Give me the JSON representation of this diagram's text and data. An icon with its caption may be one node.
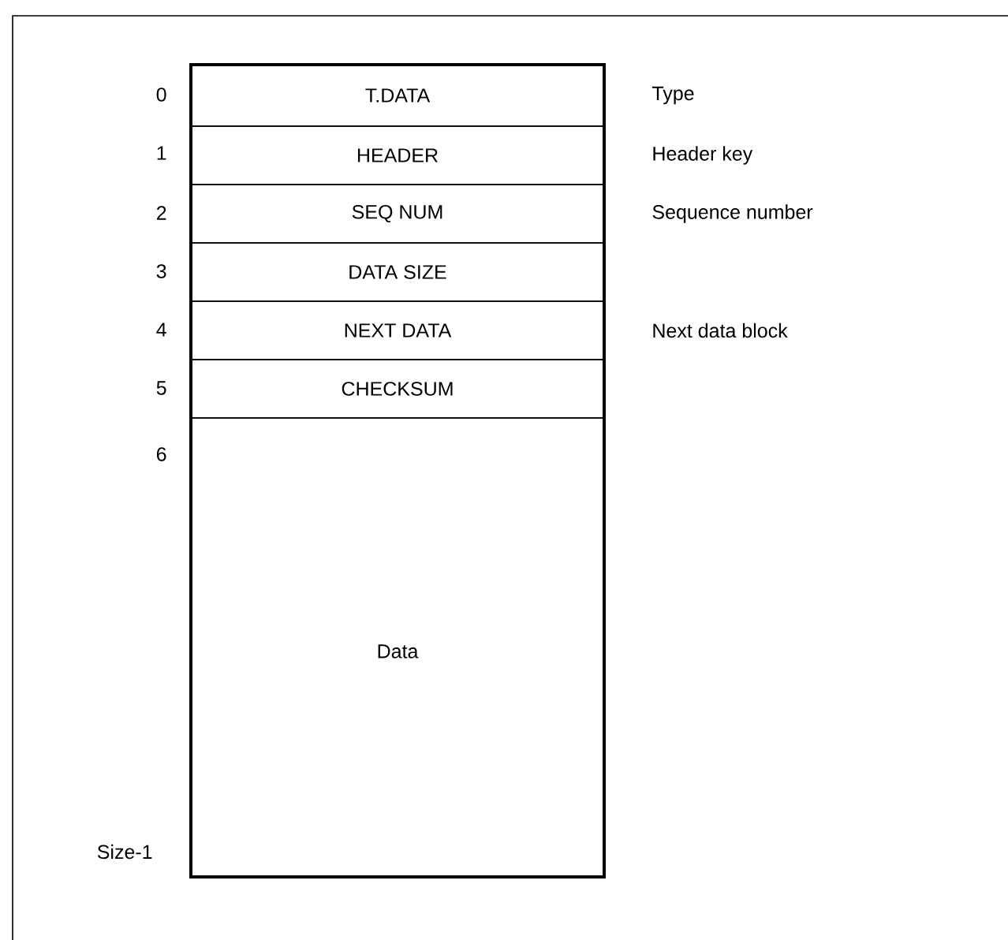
{
  "diagram": {
    "nodes": [
      {
        "text": [
          "T.DATA"
        ],
        "beside": [
          "Type"
        ]
      },
      {
        "text": [
          "HEADER"
        ],
        "beside": [
          "Header key"
        ]
      },
      {
        "text": [
          "SEQ NUM"
        ],
        "beside": [
          "Sequence number"
        ]
      },
      {
        "text": [
          "DATA SIZE"
        ]
      },
      {
        "text": [
          "NEXT DATA"
        ],
        "beside": [
          "Next data block"
        ]
      },
      {
        "text": [
          "CHECKSUM"
        ]
      },
      {
        "text": [
          "Data"
        ]
      }
    ],
    "labels": [
      "0",
      "1",
      "2",
      "3",
      "4",
      "5",
      "6",
      "Size-1"
    ]
  }
}
